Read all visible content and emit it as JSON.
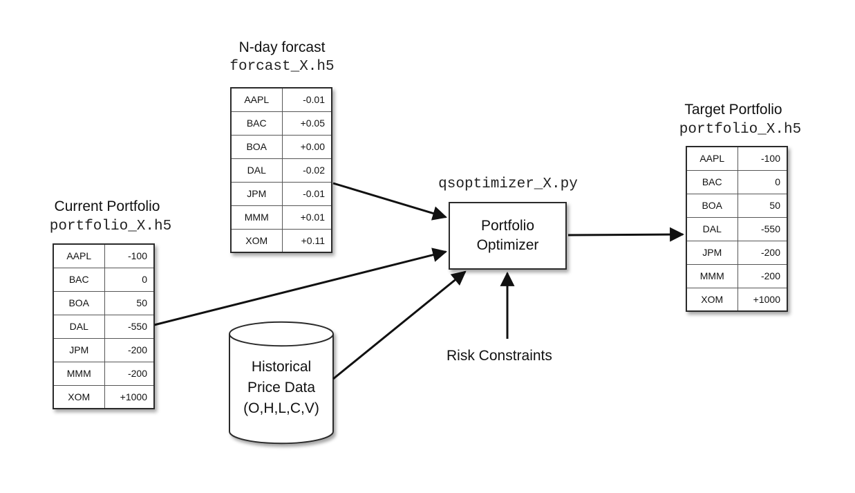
{
  "forecast": {
    "title": "N-day forcast",
    "file": "forcast_X.h5",
    "rows": [
      {
        "symbol": "AAPL",
        "value": "-0.01"
      },
      {
        "symbol": "BAC",
        "value": "+0.05"
      },
      {
        "symbol": "BOA",
        "value": "+0.00"
      },
      {
        "symbol": "DAL",
        "value": "-0.02"
      },
      {
        "symbol": "JPM",
        "value": "-0.01"
      },
      {
        "symbol": "MMM",
        "value": "+0.01"
      },
      {
        "symbol": "XOM",
        "value": "+0.11"
      }
    ]
  },
  "current": {
    "title": "Current Portfolio",
    "file": "portfolio_X.h5",
    "rows": [
      {
        "symbol": "AAPL",
        "value": "-100"
      },
      {
        "symbol": "BAC",
        "value": "0"
      },
      {
        "symbol": "BOA",
        "value": "50"
      },
      {
        "symbol": "DAL",
        "value": "-550"
      },
      {
        "symbol": "JPM",
        "value": "-200"
      },
      {
        "symbol": "MMM",
        "value": "-200"
      },
      {
        "symbol": "XOM",
        "value": "+1000"
      }
    ]
  },
  "target": {
    "title": "Target Portfolio",
    "file": "portfolio_X.h5",
    "rows": [
      {
        "symbol": "AAPL",
        "value": "-100"
      },
      {
        "symbol": "BAC",
        "value": "0"
      },
      {
        "symbol": "BOA",
        "value": "50"
      },
      {
        "symbol": "DAL",
        "value": "-550"
      },
      {
        "symbol": "JPM",
        "value": "-200"
      },
      {
        "symbol": "MMM",
        "value": "-200"
      },
      {
        "symbol": "XOM",
        "value": "+1000"
      }
    ]
  },
  "optimizer": {
    "file": "qsoptimizer_X.py",
    "label_line1": "Portfolio",
    "label_line2": "Optimizer"
  },
  "historical": {
    "line1": "Historical",
    "line2": "Price Data",
    "line3": "(O,H,L,C,V)"
  },
  "risk": {
    "label": "Risk Constraints"
  }
}
